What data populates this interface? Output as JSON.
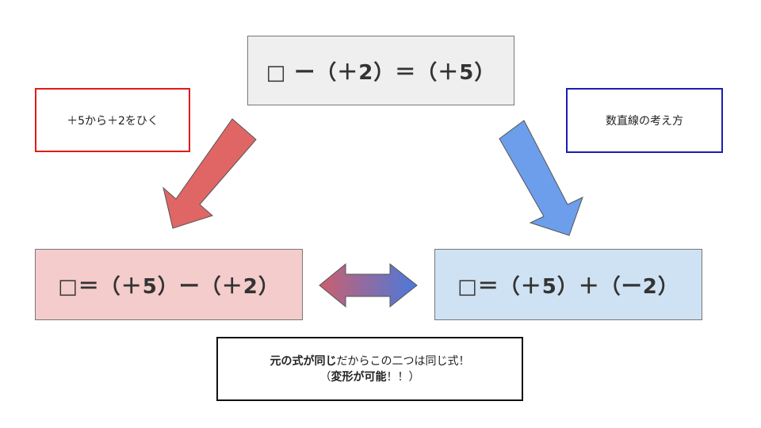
{
  "equations": {
    "top": "□ ー（＋2）＝（＋5）",
    "left": "□＝（＋5）ー（＋2）",
    "right": "□＝（＋5）＋（ー2）"
  },
  "notes": {
    "left": "＋5から＋2をひく",
    "right": "数直線の考え方",
    "bottom_bold": "元の式が同じ",
    "bottom_rest": "だからこの二つは同じ式！",
    "bottom_line2_open": "（",
    "bottom_line2_bold": "変形が可能",
    "bottom_line2_close": "！！）"
  },
  "colors": {
    "red_arrow": "#e06666",
    "blue_arrow": "#6d9eeb",
    "red_border": "#e01b1b",
    "blue_border": "#1c1cb8",
    "gray_box": "#efefef",
    "pink_box": "#f4cccc",
    "lightblue_box": "#cfe2f3"
  }
}
